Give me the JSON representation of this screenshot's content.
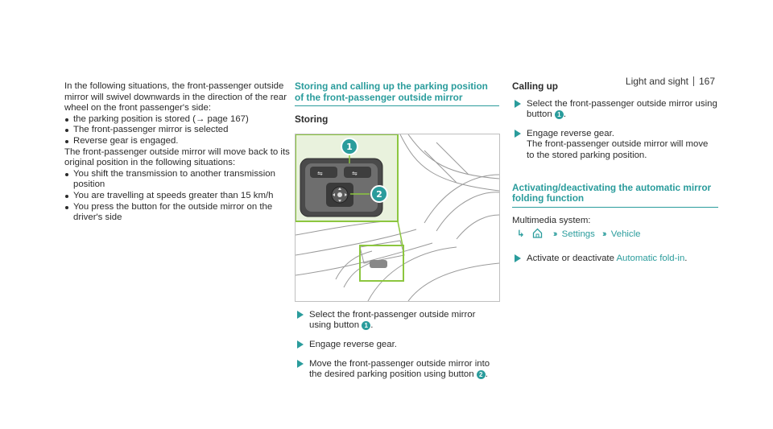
{
  "header": {
    "section": "Light and sight",
    "page": "167"
  },
  "col1": {
    "intro": "In the following situations, the front-passenger outside mirror will swivel downwards in the direction of the rear wheel on the front passenger's side:",
    "conditions": [
      "the parking position is stored (→ page 167)",
      "The front-passenger mirror is selected",
      "Reverse gear is engaged."
    ],
    "return_text": "The front-passenger outside mirror will move back to its original position in the following situations:",
    "return_conditions": [
      "You shift the transmission to another transmission position",
      "You are travelling at speeds greater than 15 km/h",
      "You press the button for the outside mirror on the driver's side"
    ]
  },
  "col2": {
    "section_title": "Storing and calling up the parking position of the front-passenger outside mirror",
    "subheading": "Storing",
    "figure": {
      "callout1": "1",
      "callout2": "2"
    },
    "steps": [
      {
        "text": "Select the front-passenger outside mirror using button",
        "ref": "1",
        "tail": "."
      },
      {
        "text": "Engage reverse gear.",
        "ref": "",
        "tail": ""
      },
      {
        "text": "Move the front-passenger outside mirror into the desired parking position using button",
        "ref": "2",
        "tail": "."
      }
    ]
  },
  "col3": {
    "subheading": "Calling up",
    "steps": [
      {
        "text": "Select the front-passenger outside mirror using button",
        "ref": "1",
        "tail": "."
      },
      {
        "text": "Engage reverse gear.",
        "extra": "The front-passenger outside mirror will move to the stored parking position."
      }
    ],
    "section_title": "Activating/deactivating the automatic mirror folding function",
    "multimedia_label": "Multimedia system:",
    "menu": {
      "item1": "Settings",
      "item2": "Vehicle"
    },
    "final_step": {
      "pre": "Activate or deactivate",
      "link": "Automatic fold-in",
      "post": "."
    }
  },
  "colors": {
    "accent": "#2a9c9c",
    "highlight": "#8cc63f",
    "text": "#2b2b2b"
  }
}
